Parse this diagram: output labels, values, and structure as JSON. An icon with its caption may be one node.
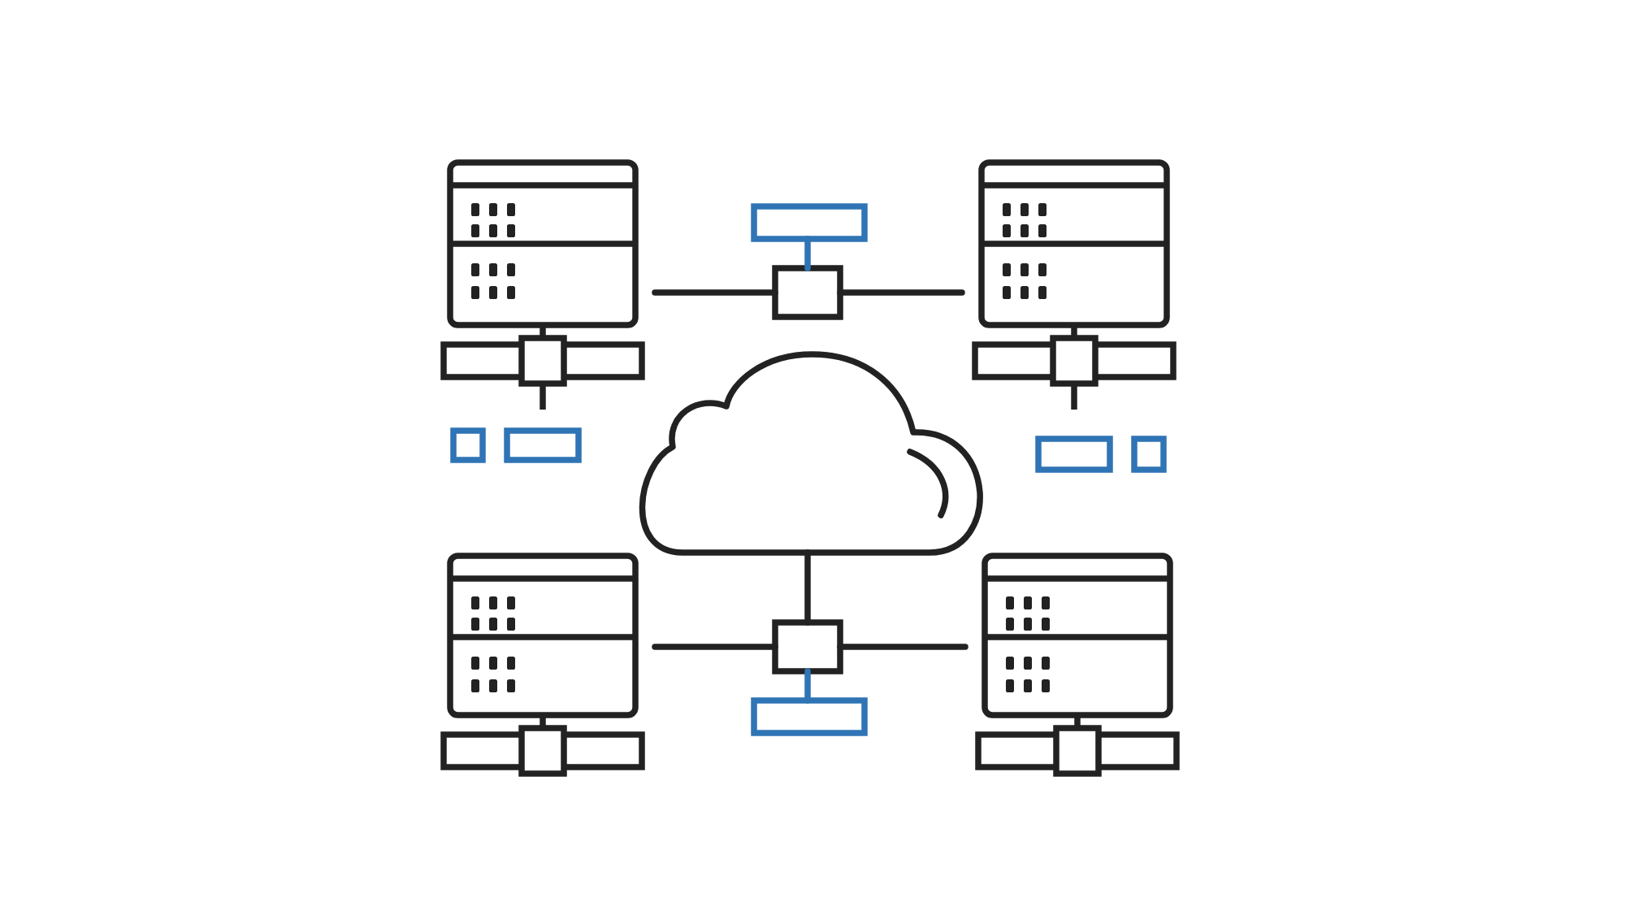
{
  "diagram": {
    "nodes": [
      {
        "text": [],
        "shape": "server"
      },
      {
        "text": [],
        "shape": "server"
      },
      {
        "text": [],
        "shape": "box"
      },
      {
        "text": [],
        "shape": "box"
      },
      {
        "text": [],
        "shape": "cloud"
      },
      {
        "text": [],
        "shape": "box"
      },
      {
        "text": [],
        "shape": "box"
      },
      {
        "text": [],
        "shape": "server"
      },
      {
        "text": [],
        "shape": "server"
      }
    ],
    "edges": [
      {
        "from": 0,
        "to": 3,
        "arrow": "none"
      },
      {
        "from": 3,
        "to": 1,
        "arrow": "none"
      },
      {
        "from": 2,
        "to": 3,
        "arrow": "none",
        "color": "#2f74b5"
      },
      {
        "from": 4,
        "to": 5,
        "arrow": "none"
      },
      {
        "from": 7,
        "to": 5,
        "arrow": "none"
      },
      {
        "from": 5,
        "to": 8,
        "arrow": "none"
      },
      {
        "from": 5,
        "to": 6,
        "arrow": "none",
        "color": "#2f74b5"
      }
    ]
  }
}
